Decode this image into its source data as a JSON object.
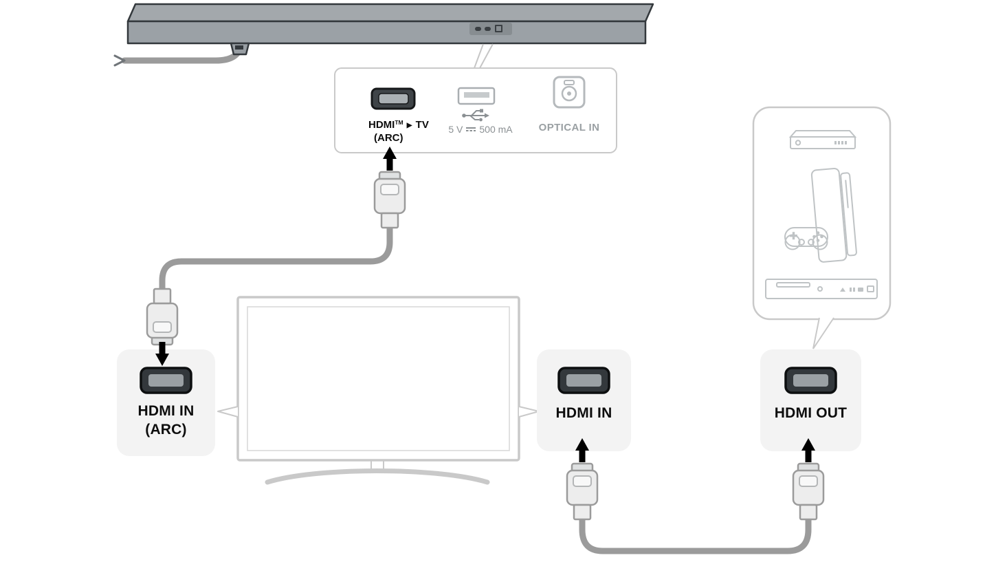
{
  "colors": {
    "cable": "#9b9b9b",
    "panel_fill": "#f3f3f3",
    "outline": "#c9c9c9",
    "device_line_art": "#bfc3c5",
    "soundbar_fill": "#9ba1a6",
    "soundbar_stroke": "#33383c",
    "hdmi_port_dark": "#33383c",
    "arrow_black": "#000000",
    "label_dark": "#0d0d0d",
    "label_gray": "#8b9093"
  },
  "soundbar_callout": {
    "hdmi_label": {
      "brand": "HDMI",
      "tm": "TM",
      "arrow_icon": "▶",
      "target": "TV",
      "sub": "(ARC)"
    },
    "usb_label": {
      "voltage": "5 V",
      "current": "500 mA"
    },
    "optical_label": "OPTICAL IN"
  },
  "tv_arc_panel": {
    "line1": "HDMI IN",
    "line2": "(ARC)"
  },
  "tv_hdmi_in_panel": {
    "label": "HDMI IN"
  },
  "source_hdmi_out_panel": {
    "label": "HDMI OUT"
  }
}
